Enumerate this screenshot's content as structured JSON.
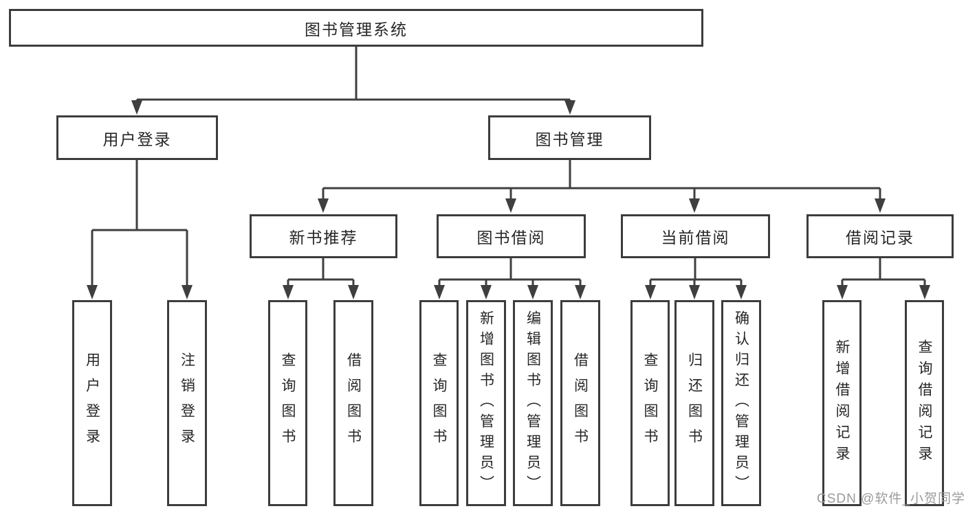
{
  "tree": {
    "root": {
      "label": "图书管理系统"
    },
    "branches": [
      {
        "label": "用户登录",
        "children": [
          {
            "label": "用户登录"
          },
          {
            "label": "注销登录"
          }
        ]
      },
      {
        "label": "图书管理",
        "children": [
          {
            "label": "新书推荐",
            "children": [
              {
                "label": "查询图书"
              },
              {
                "label": "借阅图书"
              }
            ]
          },
          {
            "label": "图书借阅",
            "children": [
              {
                "label": "查询图书"
              },
              {
                "label": "新增图书（管理员）"
              },
              {
                "label": "编辑图书（管理员）"
              },
              {
                "label": "借阅图书"
              }
            ]
          },
          {
            "label": "当前借阅",
            "children": [
              {
                "label": "查询图书"
              },
              {
                "label": "归还图书"
              },
              {
                "label": "确认归还（管理员）"
              }
            ]
          },
          {
            "label": "借阅记录",
            "children": [
              {
                "label": "新增借阅记录"
              },
              {
                "label": "查询借阅记录"
              }
            ]
          }
        ]
      }
    ]
  },
  "watermark": "CSDN @软件_小贺同学",
  "colors": {
    "line": "#3f3f3f",
    "box_border": "#3c3c3c",
    "text": "#262626",
    "watermark": "#9b9b9b",
    "background": "#ffffff"
  }
}
